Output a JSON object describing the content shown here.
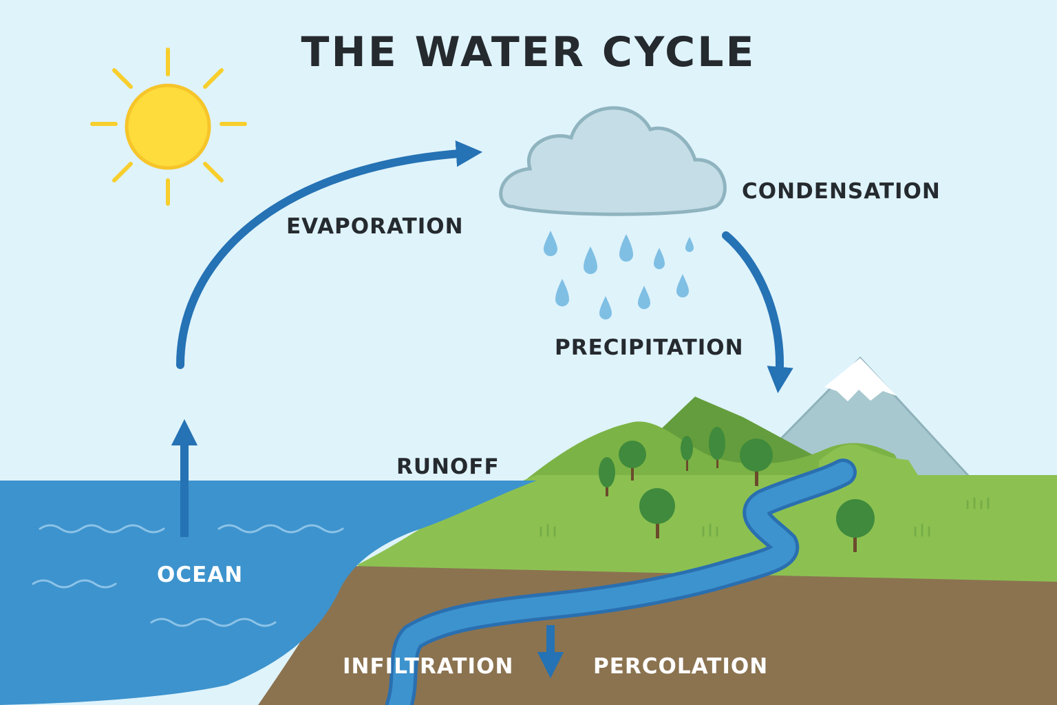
{
  "title": "THE WATER CYCLE",
  "labels": {
    "evaporation": "EVAPORATION",
    "condensation": "CONDENSATION",
    "precipitation": "PRECIPITATION",
    "runoff": "RUNOFF",
    "ocean": "OCEAN",
    "infiltration": "INFILTRATION",
    "percolation": "PERCOLATION"
  },
  "colors": {
    "sky": "#dff3fb",
    "ocean": "#3d93cd",
    "arrow": "#2572b4",
    "grass": "#8cc152",
    "soil": "#8b7350",
    "sun": "#fddc3c",
    "cloud": "#c5dde6",
    "rain": "#7fbfe4",
    "text_dark": "#252a2f",
    "text_light": "#ffffff"
  },
  "icons": [
    "sun-icon",
    "cloud-icon",
    "raindrop-icon",
    "tree-icon",
    "mountain-icon",
    "wave-icon",
    "arrow-icon"
  ]
}
